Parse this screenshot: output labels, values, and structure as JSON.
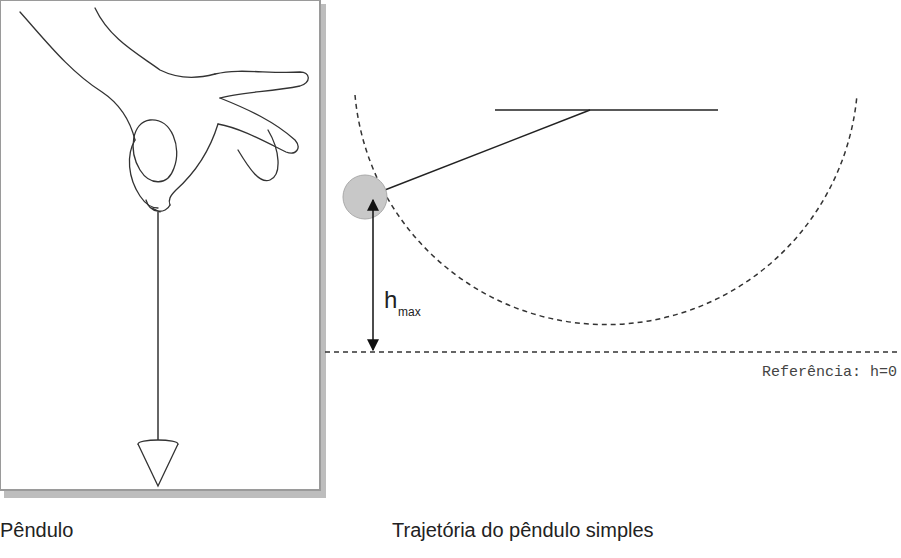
{
  "diagram": {
    "labels": [
      "h",
      "max",
      "Referência: h=0",
      "Pêndulo",
      "Trajetória do pêndulo simples"
    ]
  }
}
